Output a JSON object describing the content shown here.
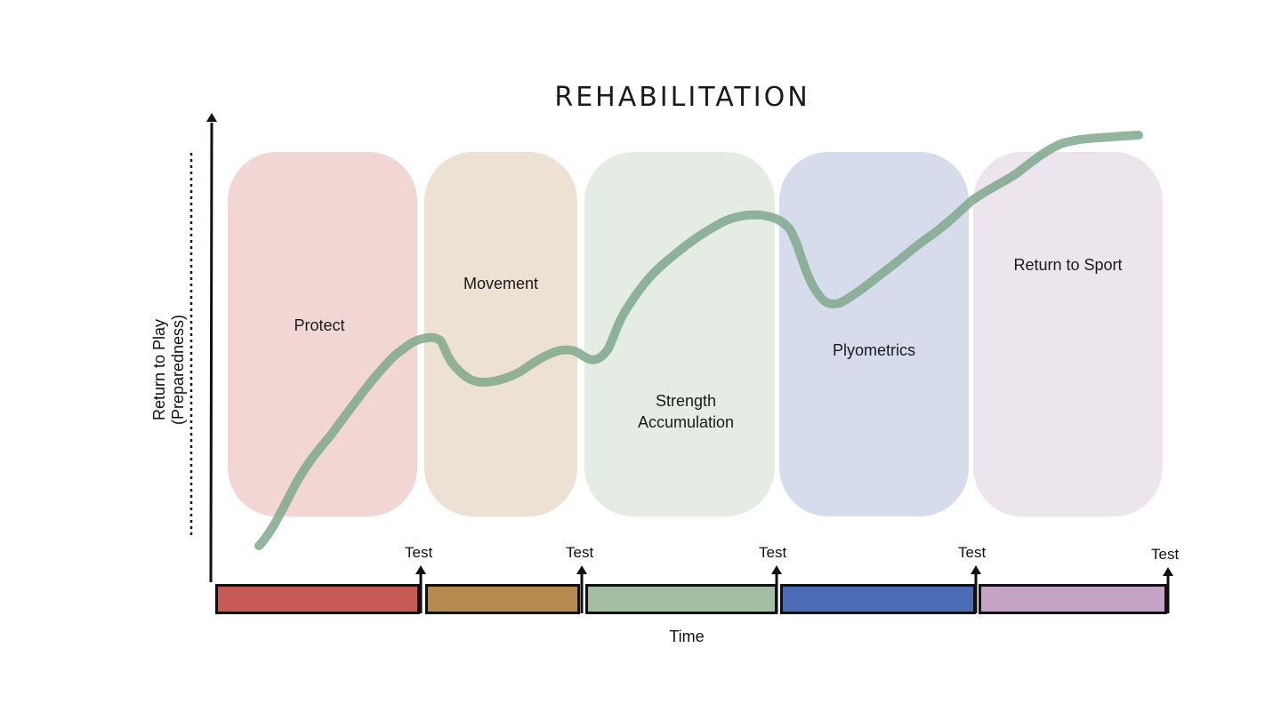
{
  "title": "REHABILITATION",
  "y_axis_label": "Return to Play (Preparedness)",
  "x_axis_label": "Time",
  "test_label": "Test",
  "phases": [
    {
      "name": "Protect",
      "panel_color": "#f1d6d3",
      "bar_color": "#c85a55"
    },
    {
      "name": "Movement",
      "panel_color": "#ede1d3",
      "bar_color": "#b58a4f"
    },
    {
      "name": "Strength Accumulation",
      "panel_color": "#e5ece4",
      "bar_color": "#a3bea4"
    },
    {
      "name": "Plyometrics",
      "panel_color": "#d6dcec",
      "bar_color": "#4d6cb6"
    },
    {
      "name": "Return to Sport",
      "panel_color": "#ece5ee",
      "bar_color": "#c5a3c6"
    }
  ],
  "curve_color": "#7fa88c"
}
